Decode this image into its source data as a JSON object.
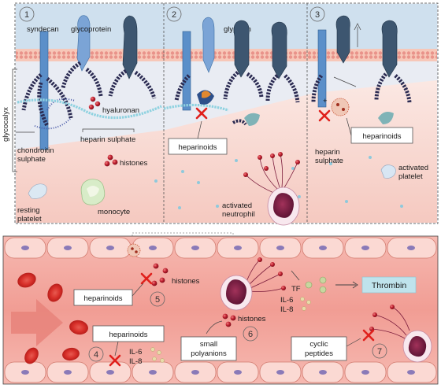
{
  "panel_numbers": [
    "1",
    "2",
    "3",
    "4",
    "5",
    "6",
    "7"
  ],
  "labels": {
    "syndecan": "syndecan",
    "glycoprotein": "glycoprotein",
    "glypican": "glypican",
    "glycocalyx": "glycocalyx",
    "hyaluronan": "hyaluronan",
    "heparin_sulphate": "heparin sulphate",
    "chondroitin_line1": "chondroitin",
    "chondroitin_line2": "sulphate",
    "histones_1": "histones",
    "resting_line1": "resting",
    "resting_line2": "platelet",
    "monocyte": "monocyte",
    "activated_neutrophil_line1": "activated",
    "activated_neutrophil_line2": "neutrophil",
    "heparin_p3_line1": "heparin",
    "heparin_p3_line2": "sulphate",
    "activated_platelet_line1": "activated",
    "activated_platelet_line2": "platelet",
    "histones_5": "histones",
    "histones_6": "histones",
    "tf": "TF",
    "il6_a": "IL-6",
    "il8_a": "IL-8",
    "il6_b": "IL-6",
    "il8_b": "IL-8",
    "plus": "+"
  },
  "boxes": {
    "heparinoids_p2": "heparinoids",
    "heparinoids_p3": "heparinoids",
    "heparinoids_5": "heparinoids",
    "heparinoids_4": "heparinoids",
    "small_polyanions_line1": "small",
    "small_polyanions_line2": "polyanions",
    "cyclic_line1": "cyclic",
    "cyclic_line2": "peptides",
    "thrombin": "Thrombin"
  },
  "colors": {
    "membrane_blue": "#cfe0ee",
    "lipid_pink": "#f2b7a8",
    "plasma_pink": "#f8dcd6",
    "vessel_red": "#f3b0a8",
    "protein_blue": "#5b8fc9",
    "protein_dark": "#3d5670",
    "histone_red": "#b0202f",
    "inhibit_red": "#e0201c",
    "thrombin_bg": "#bfe3ec"
  }
}
